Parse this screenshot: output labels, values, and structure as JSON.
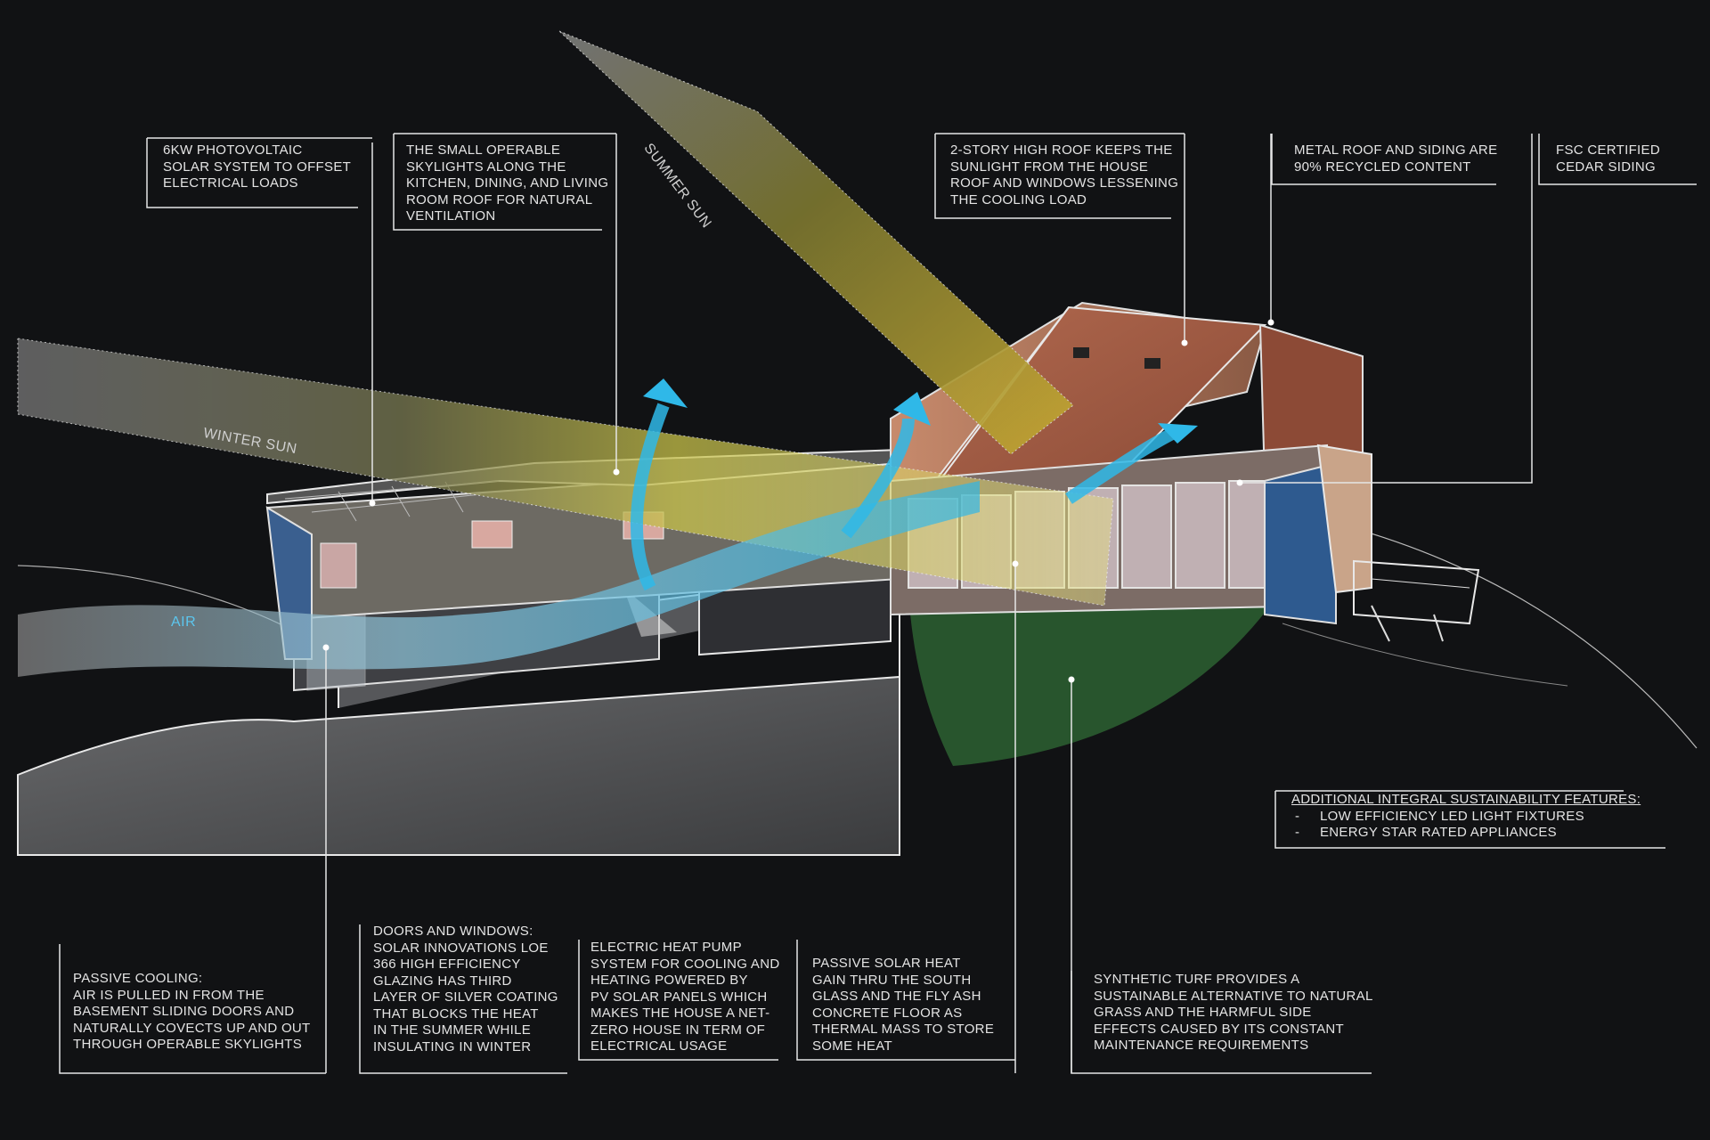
{
  "diagram_labels": {
    "summer_sun": "SUMMER SUN",
    "winter_sun": "WINTER SUN",
    "air": "AIR"
  },
  "callouts": {
    "pv": [
      "6KW PHOTOVOLTAIC",
      "SOLAR SYSTEM TO OFFSET",
      "ELECTRICAL LOADS"
    ],
    "skylights": [
      "THE SMALL OPERABLE",
      "SKYLIGHTS ALONG THE",
      "KITCHEN, DINING, AND LIVING",
      "ROOM ROOF FOR NATURAL",
      "VENTILATION"
    ],
    "roof": [
      "2-STORY HIGH ROOF KEEPS THE",
      "SUNLIGHT FROM THE HOUSE",
      "ROOF AND WINDOWS LESSENING",
      "THE COOLING LOAD"
    ],
    "metal": [
      "METAL ROOF AND SIDING ARE",
      "90% RECYCLED CONTENT"
    ],
    "cedar": [
      "FSC CERTIFIED",
      "CEDAR SIDING"
    ],
    "additional": {
      "heading": "ADDITIONAL INTEGRAL SUSTAINABILITY FEATURES:",
      "items": [
        "LOW EFFICIENCY LED LIGHT FIXTURES",
        "ENERGY STAR RATED APPLIANCES"
      ]
    },
    "cooling": [
      "PASSIVE COOLING:",
      "AIR IS PULLED IN FROM THE",
      "BASEMENT SLIDING DOORS AND",
      "NATURALLY COVECTS UP AND OUT",
      "THROUGH OPERABLE SKYLIGHTS"
    ],
    "doors": [
      "DOORS AND WINDOWS:",
      "SOLAR INNOVATIONS LOE",
      "366 HIGH EFFICIENCY",
      "GLAZING HAS THIRD",
      "LAYER OF SILVER COATING",
      "THAT BLOCKS THE HEAT",
      "IN THE SUMMER WHILE",
      "INSULATING IN WINTER"
    ],
    "heatpump": [
      "ELECTRIC HEAT PUMP",
      "SYSTEM FOR COOLING AND",
      "HEATING POWERED BY",
      "PV SOLAR PANELS WHICH",
      "MAKES THE HOUSE A NET-",
      "ZERO HOUSE IN TERM OF",
      "ELECTRICAL USAGE"
    ],
    "passive_solar": [
      "PASSIVE SOLAR HEAT",
      "GAIN THRU THE SOUTH",
      "GLASS AND THE FLY ASH",
      "CONCRETE FLOOR AS",
      "THERMAL MASS TO STORE",
      "SOME HEAT"
    ],
    "turf": [
      "SYNTHETIC TURF PROVIDES A",
      "SUSTAINABLE  ALTERNATIVE TO NATURAL",
      "GRASS AND THE HARMFUL SIDE",
      "EFFECTS CAUSED BY ITS CONSTANT",
      "MAINTENANCE REQUIREMENTS"
    ]
  }
}
